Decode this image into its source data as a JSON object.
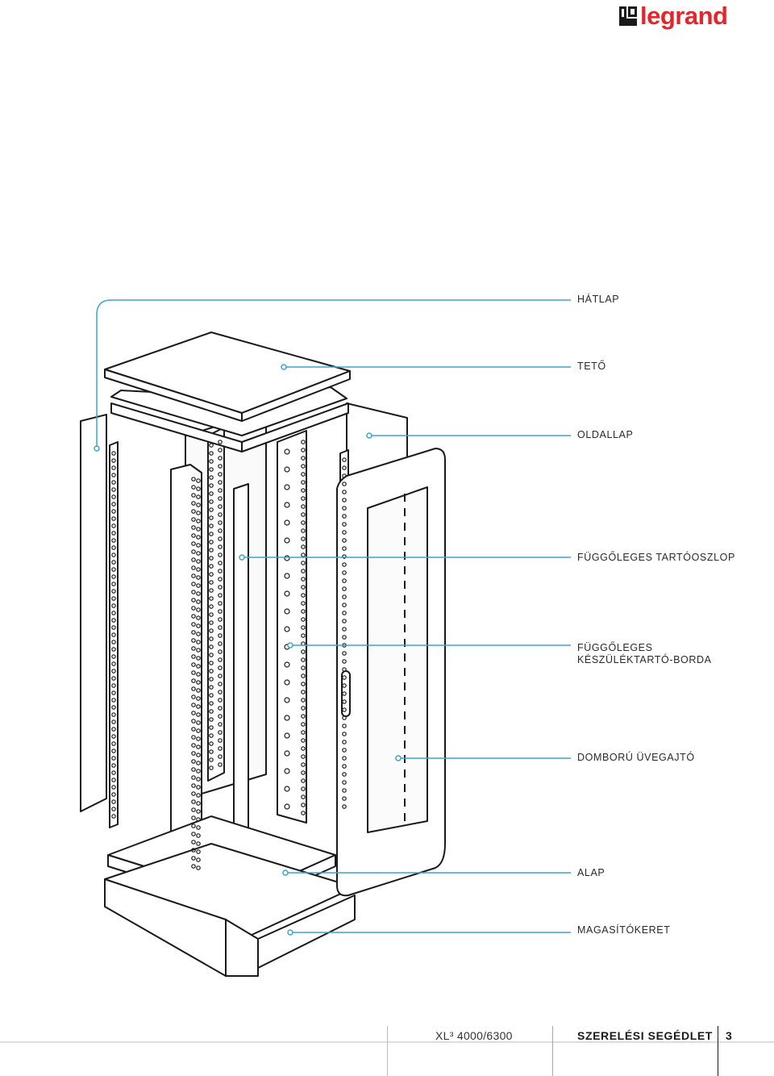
{
  "brand": {
    "name": "legrand",
    "color": "#e3262b"
  },
  "labels": [
    {
      "id": "hatlap",
      "lines": [
        "HÁTLAP"
      ]
    },
    {
      "id": "teto",
      "lines": [
        "TETŐ"
      ]
    },
    {
      "id": "oldallap",
      "lines": [
        "OLDALLAP"
      ]
    },
    {
      "id": "fuggoleges-tartooszlop",
      "lines": [
        "FÜGGŐLEGES TARTÓOSZLOP"
      ]
    },
    {
      "id": "keszulektarto-borda",
      "lines": [
        "FÜGGŐLEGES",
        "KÉSZÜLÉKTARTÓ-BORDA"
      ]
    },
    {
      "id": "uvegajto",
      "lines": [
        "DOMBORÚ ÜVEGAJTÓ"
      ]
    },
    {
      "id": "alap",
      "lines": [
        "ALAP"
      ]
    },
    {
      "id": "magasitokeret",
      "lines": [
        "MAGASÍTÓKERET"
      ]
    }
  ],
  "footer": {
    "model": "XL³ 4000/6300",
    "title": "SZERELÉSI SEGÉDLET",
    "page": "3"
  },
  "colors": {
    "leader": "#3aa6cc",
    "line": "#1a1a1a",
    "footer_rule": "#c9a45a"
  }
}
